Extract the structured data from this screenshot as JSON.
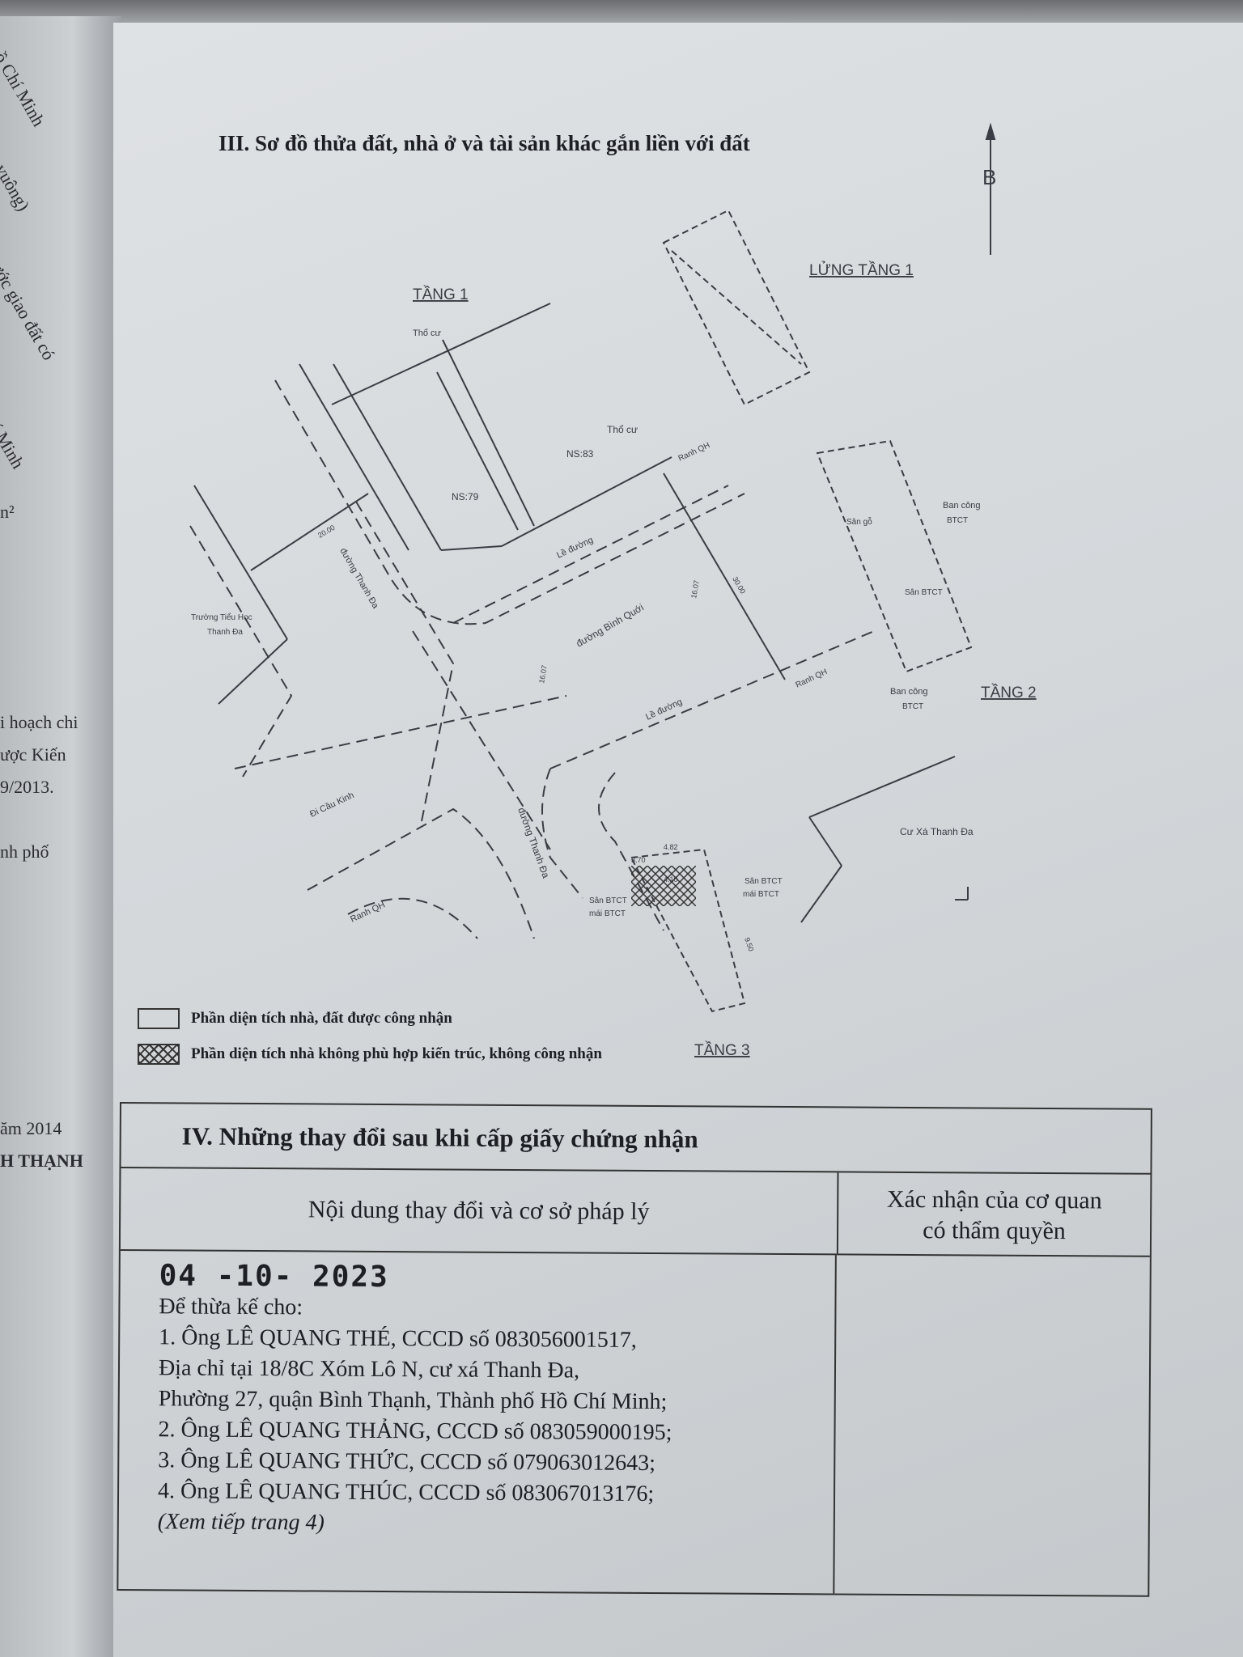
{
  "left_page_fragments": [
    "ồ Chí Minh",
    "ệt vuông)",
    "nước giao đất có",
    "hí Minh",
    "n²",
    "i hoạch chi",
    "ược Kiến",
    "9/2013.",
    "nh phố",
    "ăm 2014",
    "H THẠNH"
  ],
  "section3": {
    "title": "III. Sơ đồ thửa đất, nhà ở và tài sản khác gắn liền với đất",
    "north": "B",
    "floors": {
      "tang1": "TẦNG 1",
      "lung_tang1": "LỬNG TẦNG 1",
      "tang2": "TẦNG 2",
      "tang3": "TẦNG 3"
    },
    "labels": {
      "tho_cu": "Thổ cư",
      "ns79": "NS:79",
      "ns83": "NS:83",
      "ranh_qh": "Ranh QH",
      "le_duong": "Lề đường",
      "duong_thanh_da": "đường Thanh Đa",
      "duong_binh_quoi": "đường Bình Quới",
      "truong": "Trường Tiểu Học",
      "truong2": "Thanh Đa",
      "di_cau_kinh": "Đi Cầu Kinh",
      "cu_xa": "Cư Xá Thanh Đa",
      "san_btct": "Sân BTCT",
      "san_go": "Sân gỗ",
      "ban_cong": "Ban công",
      "btct": "BTCT",
      "mai_btct": "mái BTCT"
    },
    "dimensions": {
      "d1": "20.00",
      "d2": "16.07",
      "d3": "30.00",
      "d4": "4.10",
      "d5": "4.82",
      "d6": "3.70",
      "d7": "9.50"
    },
    "legend": [
      "Phần diện tích nhà, đất được công nhận",
      "Phần diện tích nhà không phù hợp kiến trúc, không công nhận"
    ]
  },
  "section4": {
    "title": "IV. Những thay đổi sau khi cấp giấy chứng nhận",
    "col1": "Nội dung thay đổi và cơ sở pháp lý",
    "col2_line1": "Xác nhận của cơ quan",
    "col2_line2": "có thẩm quyền",
    "date": "04 -10- 2023",
    "lines": [
      "Để thừa kế cho:",
      "1. Ông LÊ QUANG THÉ, CCCD số 083056001517,",
      "Địa chỉ tại 18/8C Xóm Lô N, cư xá Thanh Đa,",
      "Phường 27, quận Bình Thạnh, Thành phố Hồ Chí Minh;",
      "2. Ông LÊ QUANG THẢNG, CCCD số 083059000195;",
      "3. Ông LÊ QUANG THỨC, CCCD số 079063012643;",
      "4. Ông LÊ QUANG THÚC, CCCD số 083067013176;"
    ],
    "note": "(Xem tiếp trang 4)"
  }
}
